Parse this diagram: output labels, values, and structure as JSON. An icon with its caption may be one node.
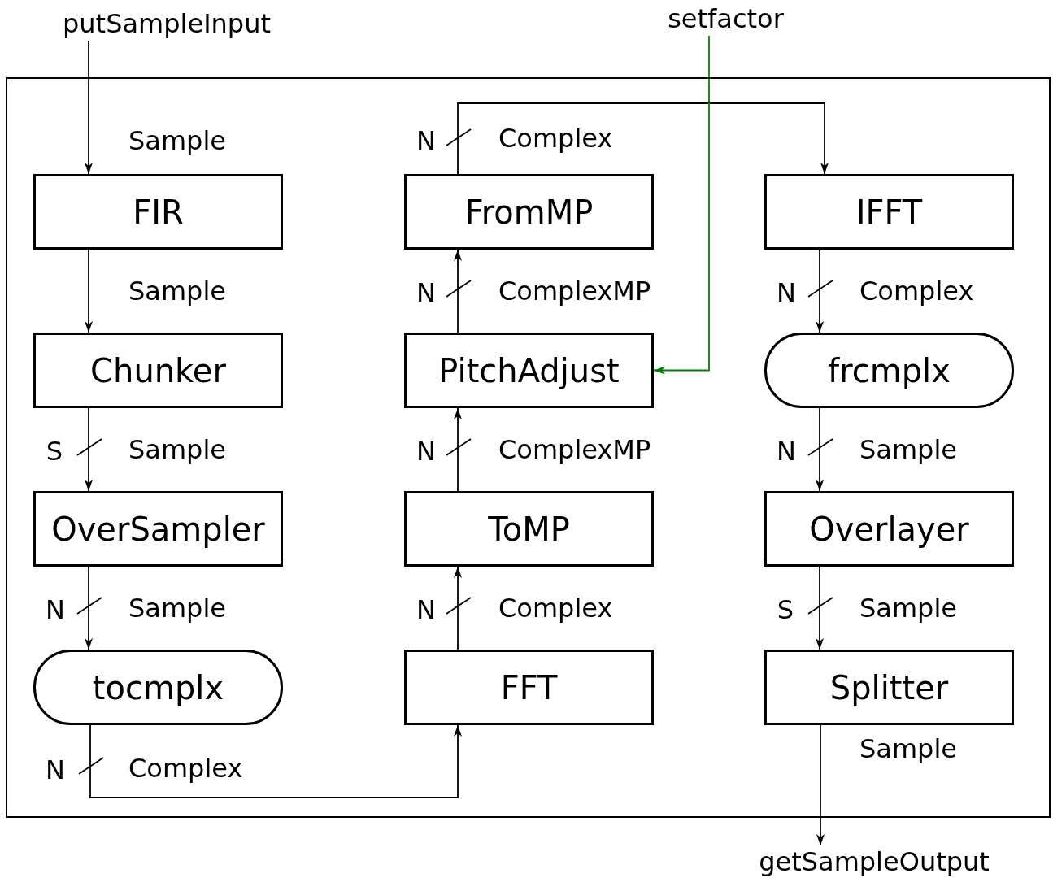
{
  "diagram": {
    "nodes": [
      {
        "text": [
          "putSampleInput"
        ]
      },
      {
        "text": [
          "setfactor"
        ]
      },
      {
        "text": [],
        "shape": "box"
      },
      {
        "text": [
          "FIR"
        ],
        "in": 2
      },
      {
        "text": [
          "FromMP"
        ],
        "in": 2
      },
      {
        "text": [
          "IFFT"
        ],
        "in": 2
      },
      {
        "text": [
          "Chunker"
        ],
        "in": 2
      },
      {
        "text": [
          "PitchAdjust"
        ],
        "in": 2
      },
      {
        "text": [
          "frcmplx"
        ],
        "in": 2
      },
      {
        "text": [
          "OverSampler"
        ],
        "in": 2
      },
      {
        "text": [
          "ToMP"
        ],
        "in": 2
      },
      {
        "text": [
          "Overlayer"
        ],
        "in": 2
      },
      {
        "text": [
          "tocmplx"
        ],
        "in": 2
      },
      {
        "text": [
          "FFT"
        ],
        "in": 2
      },
      {
        "text": [
          "Splitter"
        ],
        "in": 2
      },
      {
        "text": [
          "getSampleOutput"
        ]
      }
    ],
    "edges": [
      {
        "from": 0,
        "to": 3,
        "arrow": "to",
        "label": "Sample"
      },
      {
        "from": 3,
        "to": 6,
        "arrow": "to",
        "label": "Sample"
      },
      {
        "from": 6,
        "to": 9,
        "arrow": "to",
        "label": "Sample"
      },
      {
        "from": 9,
        "to": 12,
        "arrow": "to",
        "label": "Sample"
      },
      {
        "from": 12,
        "to": 13,
        "arrow": "to",
        "label": "Complex"
      },
      {
        "from": 13,
        "to": 10,
        "arrow": "to",
        "label": "Complex"
      },
      {
        "from": 10,
        "to": 7,
        "arrow": "to",
        "label": "ComplexMP"
      },
      {
        "from": 7,
        "to": 4,
        "arrow": "to",
        "label": "ComplexMP"
      },
      {
        "from": 4,
        "to": 5,
        "arrow": "to",
        "label": "Complex"
      },
      {
        "from": 5,
        "to": 8,
        "arrow": "to",
        "label": "Complex"
      },
      {
        "from": 8,
        "to": 11,
        "arrow": "to",
        "label": "Sample"
      },
      {
        "from": 11,
        "to": 14,
        "arrow": "to",
        "label": "Sample"
      },
      {
        "from": 14,
        "to": 15,
        "arrow": "to",
        "label": "Sample"
      },
      {
        "from": 1,
        "to": 7,
        "arrow": "to",
        "color": "#008000"
      }
    ],
    "labels": [
      "N",
      "N",
      "N",
      "S",
      "N",
      "N",
      "N",
      "N",
      "S",
      "N"
    ]
  }
}
